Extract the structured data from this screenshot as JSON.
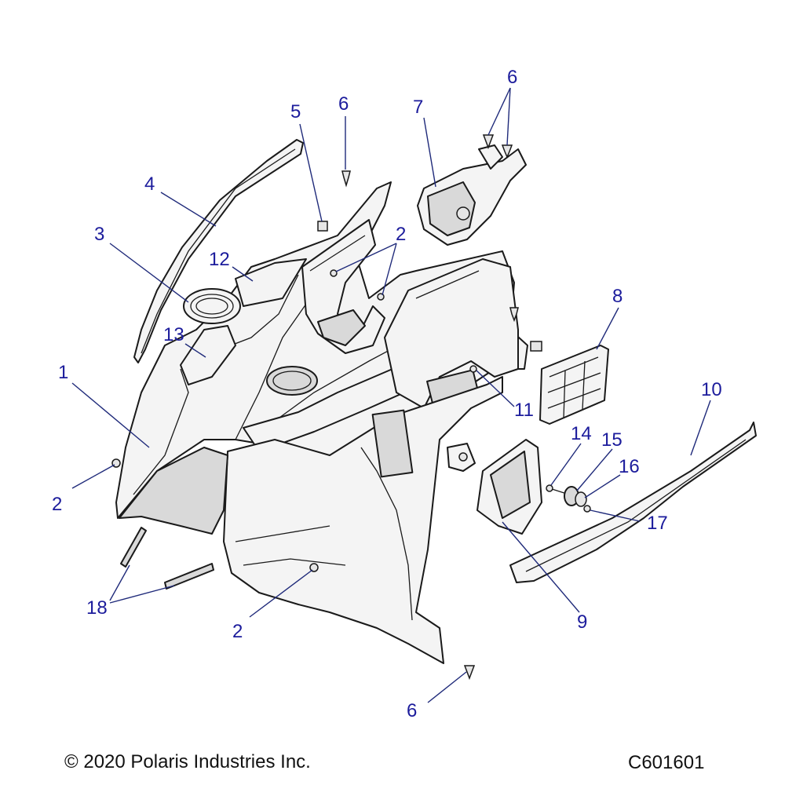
{
  "diagram": {
    "callouts": [
      {
        "id": "c1",
        "label": "1"
      },
      {
        "id": "c2a",
        "label": "2"
      },
      {
        "id": "c2b",
        "label": "2"
      },
      {
        "id": "c2c",
        "label": "2"
      },
      {
        "id": "c3",
        "label": "3"
      },
      {
        "id": "c4",
        "label": "4"
      },
      {
        "id": "c5",
        "label": "5"
      },
      {
        "id": "c6a",
        "label": "6"
      },
      {
        "id": "c6b",
        "label": "6"
      },
      {
        "id": "c6c",
        "label": "6"
      },
      {
        "id": "c7",
        "label": "7"
      },
      {
        "id": "c8",
        "label": "8"
      },
      {
        "id": "c9",
        "label": "9"
      },
      {
        "id": "c10",
        "label": "10"
      },
      {
        "id": "c11",
        "label": "11"
      },
      {
        "id": "c12",
        "label": "12"
      },
      {
        "id": "c13",
        "label": "13"
      },
      {
        "id": "c14",
        "label": "14"
      },
      {
        "id": "c15",
        "label": "15"
      },
      {
        "id": "c16",
        "label": "16"
      },
      {
        "id": "c17",
        "label": "17"
      },
      {
        "id": "c18",
        "label": "18"
      }
    ],
    "colors": {
      "callout_text": "#1c1c9c",
      "leader": "#1f2a7a",
      "line": "#1a1a1a"
    }
  },
  "footer": {
    "copyright": "© 2020 Polaris Industries Inc.",
    "drawing_number": "C601601"
  }
}
